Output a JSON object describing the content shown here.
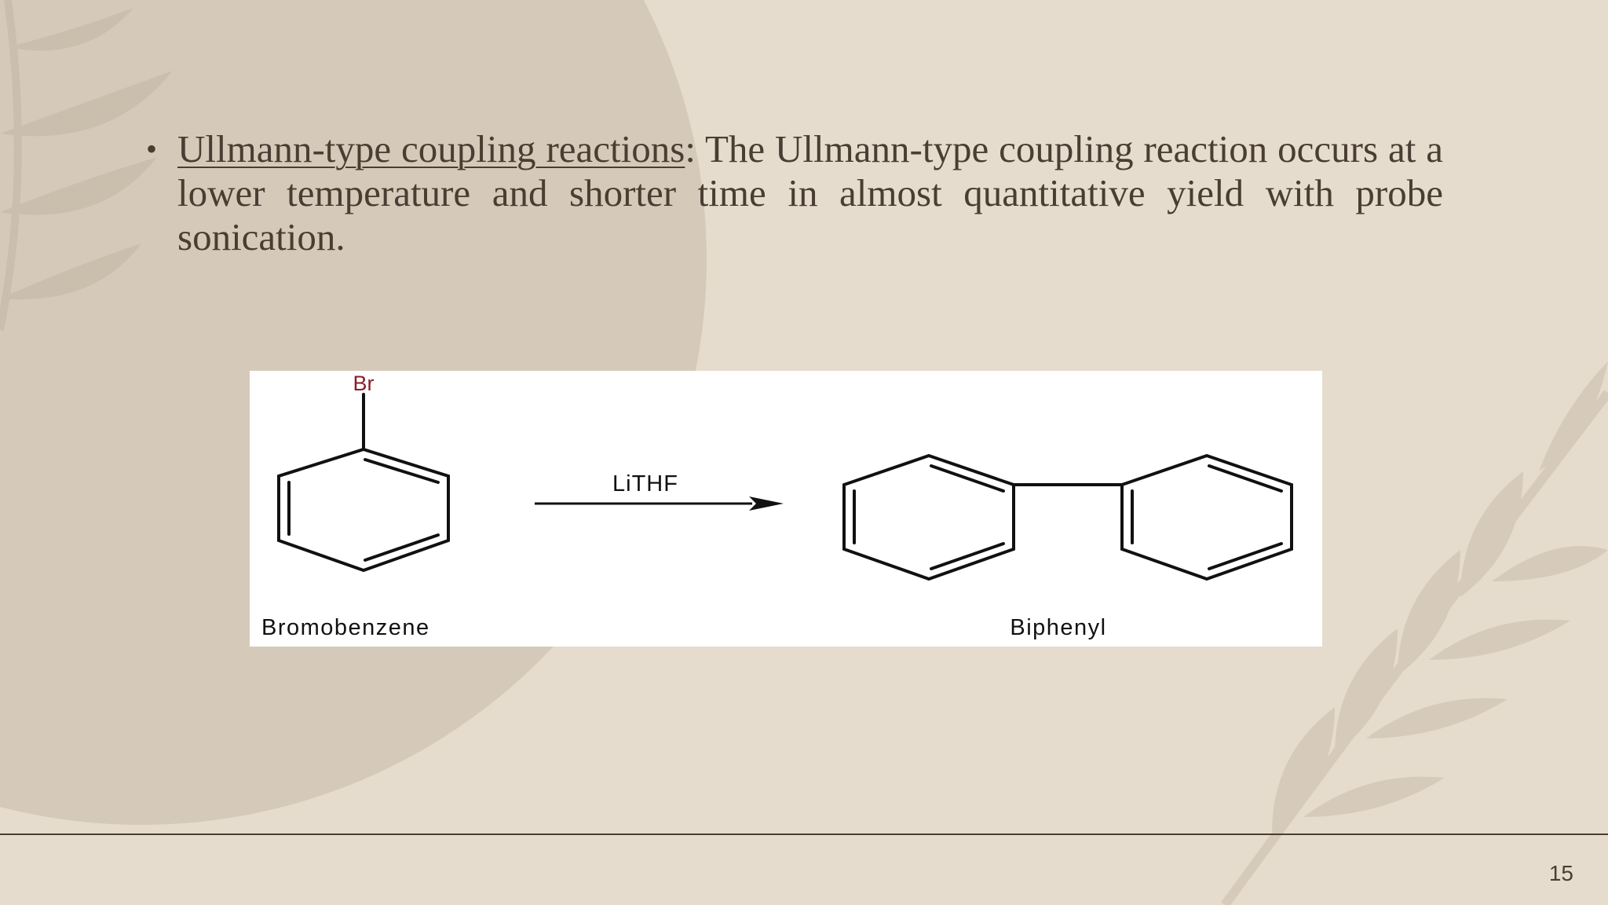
{
  "bullet": {
    "marker": "•",
    "term": "Ullmann-type coupling reactions",
    "separator": ":",
    "body": " The Ullmann-type coupling reaction occurs at a lower temperature and shorter time in almost quantitative yield with probe sonication."
  },
  "reaction": {
    "reactant_substituent": "Br",
    "reagent": "LiTHF",
    "reactant_name": "Bromobenzene",
    "product_name": "Biphenyl"
  },
  "footer": {
    "page_number": "15"
  },
  "colors": {
    "background": "#e6dccd",
    "text": "#4a3d33",
    "bromine": "#8b1e2a"
  },
  "icons": [
    "leaf-decoration",
    "reaction-arrow"
  ]
}
